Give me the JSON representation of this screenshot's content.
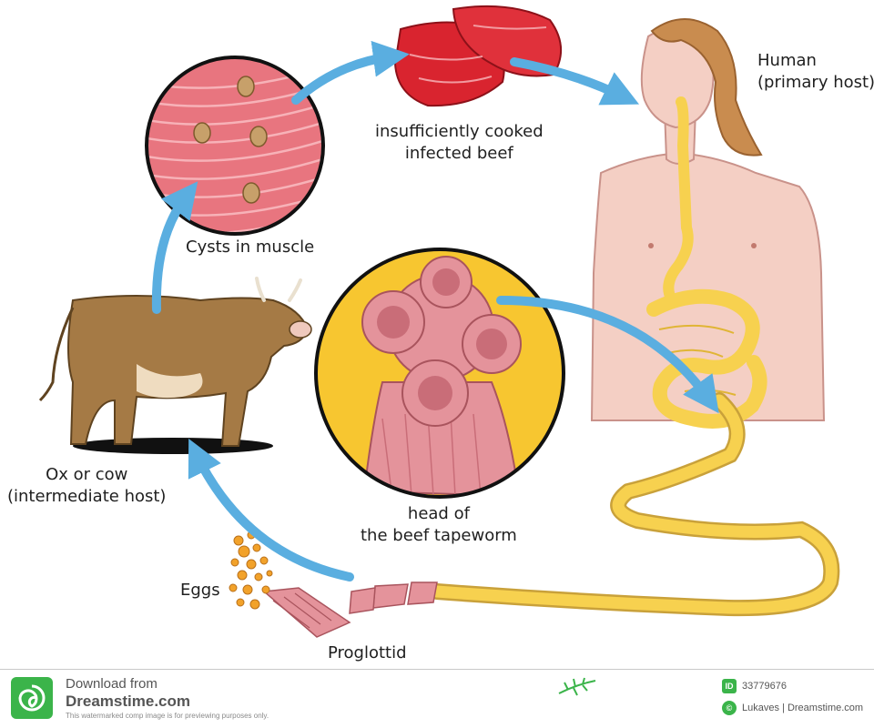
{
  "labels": {
    "human": "Human\n(primary host)",
    "beef": "insufficiently cooked\ninfected beef",
    "cysts": "Cysts in muscle",
    "cow": "Ox or cow\n(intermediate host)",
    "head": "head of\nthe beef tapeworm",
    "eggs": "Eggs",
    "proglottid": "Proglottid"
  },
  "footer": {
    "download_from": "Download from",
    "site_name": "Dreamstime.com",
    "disclaimer": "This watermarked comp image is for previewing purposes only.",
    "image_id": "33779676",
    "credit": "Lukaves | Dreamstime.com",
    "id_badge": "ID",
    "credit_badge": "©"
  },
  "colors": {
    "arrow": "#5aaee0",
    "skin": "#f4cfc4",
    "gut": "#f7d14f",
    "muscle": "#e8757f",
    "head_bg": "#f7c630",
    "worm_pink": "#e4939b",
    "cow_brown": "#a57a45",
    "watermark_green": "#3bb44a"
  },
  "icons": {
    "footer_logo": "dreamstime-spiral-logo",
    "footer_sprig": "leaf-sprig-icon"
  }
}
